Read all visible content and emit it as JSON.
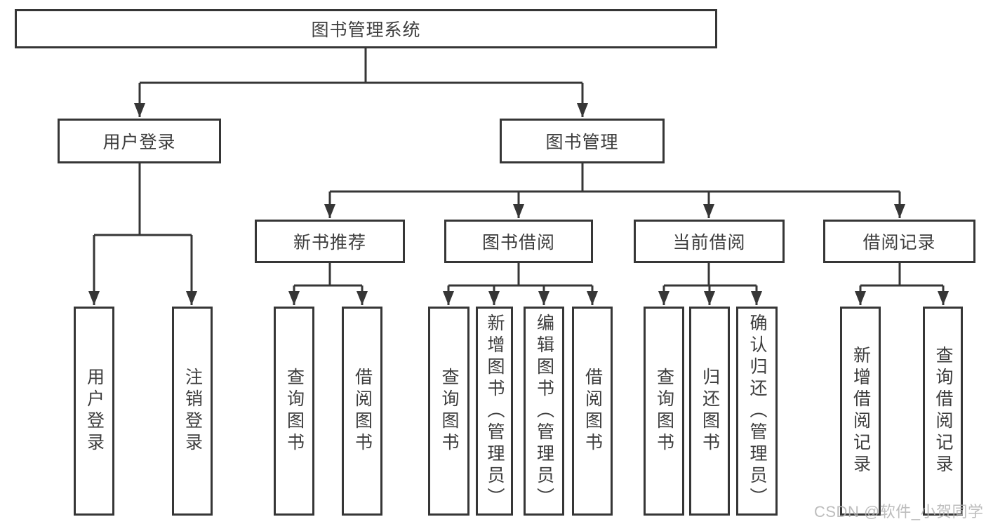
{
  "diagram": {
    "tree": {
      "root": {
        "label": "图书管理系统"
      },
      "branches": [
        {
          "label": "用户登录",
          "children": [
            {
              "label": "用户登录"
            },
            {
              "label": "注销登录"
            }
          ]
        },
        {
          "label": "图书管理",
          "children": [
            {
              "label": "新书推荐",
              "children": [
                {
                  "label": "查询图书"
                },
                {
                  "label": "借阅图书"
                }
              ]
            },
            {
              "label": "图书借阅",
              "children": [
                {
                  "label": "查询图书"
                },
                {
                  "label": "新增图书（管理员）"
                },
                {
                  "label": "编辑图书（管理员）"
                },
                {
                  "label": "借阅图书"
                }
              ]
            },
            {
              "label": "当前借阅",
              "children": [
                {
                  "label": "查询图书"
                },
                {
                  "label": "归还图书"
                },
                {
                  "label": "确认归还（管理员）"
                }
              ]
            },
            {
              "label": "借阅记录",
              "children": [
                {
                  "label": "新增借阅记录"
                },
                {
                  "label": "查询借阅记录"
                }
              ]
            }
          ]
        }
      ]
    },
    "colors": {
      "line": "#363636",
      "box_border": "#363636",
      "box_background": "#ffffff",
      "text": "#3d3d3d",
      "page_background": "#ffffff",
      "watermark": "#b7b7b7"
    },
    "watermark": {
      "text": "CSDN @软件_小贺同学"
    }
  }
}
